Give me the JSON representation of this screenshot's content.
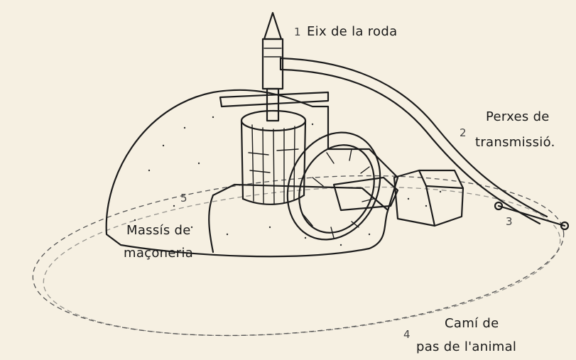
{
  "labels": {
    "axle": {
      "number": "1",
      "text": "Eix de la roda"
    },
    "poles": {
      "number": "2",
      "line1": "Perxes de",
      "line2": "transmissió."
    },
    "handle": {
      "number": "3"
    },
    "path": {
      "number": "4",
      "line1": "Camí de",
      "line2": "pas de l'animal"
    },
    "masonry": {
      "number": "5",
      "line1": "Massís de",
      "line2": "maçoneria"
    }
  }
}
